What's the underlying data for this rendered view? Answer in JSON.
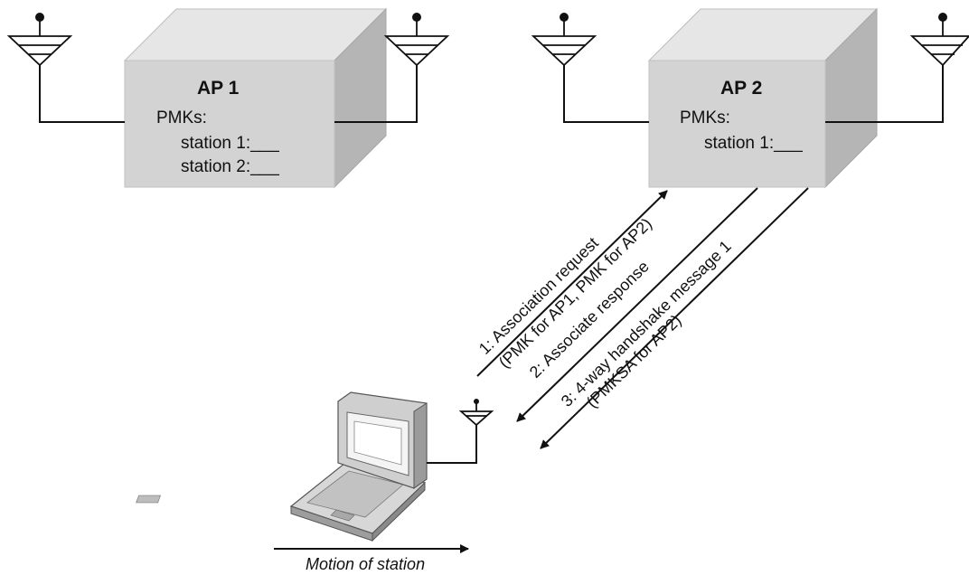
{
  "ap1": {
    "title": "AP 1",
    "pmks_label": "PMKs:",
    "entries": [
      "station 1:___",
      "station 2:___"
    ]
  },
  "ap2": {
    "title": "AP 2",
    "pmks_label": "PMKs:",
    "entries": [
      "station 1:___"
    ]
  },
  "messages": {
    "m1_line1": "1: Association request",
    "m1_line2": "(PMK for AP1, PMK for AP2)",
    "m2": "2: Associate response",
    "m3_line1": "3: 4-way handshake message 1",
    "m3_line2": "(PMKSA for AP2)"
  },
  "caption": "Motion of station",
  "colors": {
    "box_front": "#d4d4d4",
    "box_top": "#e8e8e8",
    "box_side": "#b8b8b8",
    "line": "#111111"
  }
}
